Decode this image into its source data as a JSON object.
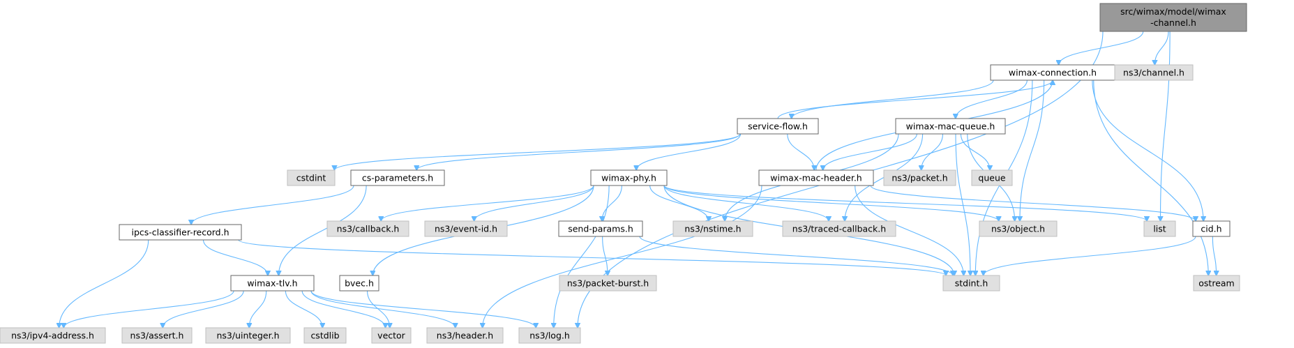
{
  "colors": {
    "root_fill": "#999999",
    "root_stroke": "#666666",
    "local_fill": "#ffffff",
    "local_stroke": "#666666",
    "external_fill": "#e0e0e0",
    "external_stroke": "#bfbfbf",
    "edge": "#63b8ff"
  },
  "nodes": [
    {
      "id": "root",
      "label": "src/wimax/model/wimax",
      "label2": "-channel.h",
      "kind": "root"
    },
    {
      "id": "conn",
      "label": "wimax-connection.h",
      "kind": "local"
    },
    {
      "id": "channel",
      "label": "ns3/channel.h",
      "kind": "external"
    },
    {
      "id": "sflow",
      "label": "service-flow.h",
      "kind": "local"
    },
    {
      "id": "macq",
      "label": "wimax-mac-queue.h",
      "kind": "local"
    },
    {
      "id": "cstdint",
      "label": "cstdint",
      "kind": "external"
    },
    {
      "id": "csparam",
      "label": "cs-parameters.h",
      "kind": "local"
    },
    {
      "id": "phy",
      "label": "wimax-phy.h",
      "kind": "local"
    },
    {
      "id": "machdr",
      "label": "wimax-mac-header.h",
      "kind": "local"
    },
    {
      "id": "packet",
      "label": "ns3/packet.h",
      "kind": "external"
    },
    {
      "id": "queue",
      "label": "queue",
      "kind": "external"
    },
    {
      "id": "ipcs",
      "label": "ipcs-classifier-record.h",
      "kind": "local"
    },
    {
      "id": "callback",
      "label": "ns3/callback.h",
      "kind": "external"
    },
    {
      "id": "eventid",
      "label": "ns3/event-id.h",
      "kind": "external"
    },
    {
      "id": "sendp",
      "label": "send-params.h",
      "kind": "local"
    },
    {
      "id": "nstime",
      "label": "ns3/nstime.h",
      "kind": "external"
    },
    {
      "id": "traced",
      "label": "ns3/traced-callback.h",
      "kind": "external"
    },
    {
      "id": "object",
      "label": "ns3/object.h",
      "kind": "external"
    },
    {
      "id": "list",
      "label": "list",
      "kind": "external"
    },
    {
      "id": "cid",
      "label": "cid.h",
      "kind": "local"
    },
    {
      "id": "tlv",
      "label": "wimax-tlv.h",
      "kind": "local"
    },
    {
      "id": "bvec",
      "label": "bvec.h",
      "kind": "local"
    },
    {
      "id": "pburst",
      "label": "ns3/packet-burst.h",
      "kind": "external"
    },
    {
      "id": "stdint",
      "label": "stdint.h",
      "kind": "external"
    },
    {
      "id": "ostream",
      "label": "ostream",
      "kind": "external"
    },
    {
      "id": "ipv4",
      "label": "ns3/ipv4-address.h",
      "kind": "external"
    },
    {
      "id": "assert",
      "label": "ns3/assert.h",
      "kind": "external"
    },
    {
      "id": "uinteger",
      "label": "ns3/uinteger.h",
      "kind": "external"
    },
    {
      "id": "cstdlib",
      "label": "cstdlib",
      "kind": "external"
    },
    {
      "id": "vector",
      "label": "vector",
      "kind": "external"
    },
    {
      "id": "header",
      "label": "ns3/header.h",
      "kind": "external"
    },
    {
      "id": "log",
      "label": "ns3/log.h",
      "kind": "external"
    }
  ],
  "edges": [
    [
      "root",
      "conn"
    ],
    [
      "root",
      "channel"
    ],
    [
      "root",
      "list"
    ],
    [
      "root",
      "log"
    ],
    [
      "conn",
      "sflow"
    ],
    [
      "conn",
      "macq"
    ],
    [
      "conn",
      "object"
    ],
    [
      "conn",
      "stdint"
    ],
    [
      "conn",
      "cid"
    ],
    [
      "conn",
      "ostream"
    ],
    [
      "sflow",
      "conn"
    ],
    [
      "sflow",
      "cstdint"
    ],
    [
      "sflow",
      "csparam"
    ],
    [
      "sflow",
      "phy"
    ],
    [
      "sflow",
      "machdr"
    ],
    [
      "macq",
      "machdr"
    ],
    [
      "macq",
      "nstime"
    ],
    [
      "macq",
      "traced"
    ],
    [
      "macq",
      "packet"
    ],
    [
      "macq",
      "queue"
    ],
    [
      "macq",
      "object"
    ],
    [
      "macq",
      "stdint"
    ],
    [
      "machdr",
      "conn"
    ],
    [
      "machdr",
      "cid"
    ],
    [
      "machdr",
      "stdint"
    ],
    [
      "machdr",
      "header"
    ],
    [
      "csparam",
      "ipcs"
    ],
    [
      "csparam",
      "tlv"
    ],
    [
      "phy",
      "bvec"
    ],
    [
      "phy",
      "callback"
    ],
    [
      "phy",
      "eventid"
    ],
    [
      "phy",
      "sendp"
    ],
    [
      "phy",
      "nstime"
    ],
    [
      "phy",
      "traced"
    ],
    [
      "phy",
      "object"
    ],
    [
      "phy",
      "list"
    ],
    [
      "phy",
      "log"
    ],
    [
      "phy",
      "stdint"
    ],
    [
      "ipcs",
      "tlv"
    ],
    [
      "ipcs",
      "ipv4"
    ],
    [
      "ipcs",
      "stdint"
    ],
    [
      "sendp",
      "pburst"
    ],
    [
      "sendp",
      "stdint"
    ],
    [
      "cid",
      "stdint"
    ],
    [
      "cid",
      "ostream"
    ],
    [
      "tlv",
      "ipv4"
    ],
    [
      "tlv",
      "assert"
    ],
    [
      "tlv",
      "uinteger"
    ],
    [
      "tlv",
      "cstdlib"
    ],
    [
      "tlv",
      "vector"
    ],
    [
      "tlv",
      "header"
    ],
    [
      "tlv",
      "log"
    ],
    [
      "bvec",
      "vector"
    ]
  ]
}
